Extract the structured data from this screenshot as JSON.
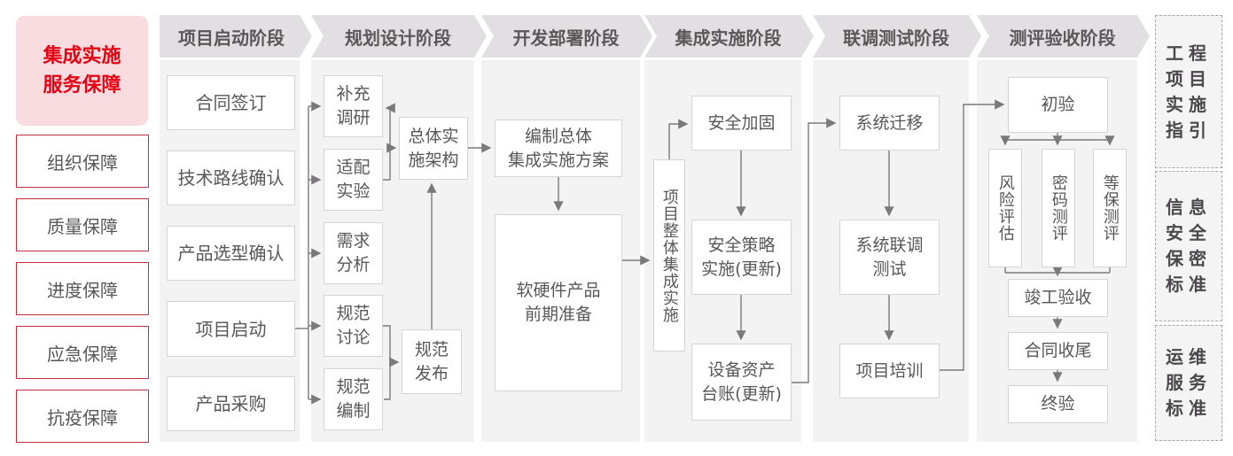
{
  "colors": {
    "accent_red": "#e60012",
    "sidebar_border_red": "#c22f40",
    "pink_bg": "#f9dce0",
    "chevron_bg": "#e1dfe1",
    "panel_bg": "#f4f3f4",
    "node_border": "#d6d4d6",
    "text_gray": "#595757",
    "connector_gray": "#7b797b"
  },
  "sidebar": {
    "title": "集成实施\n服务保障",
    "items": [
      "组织保障",
      "质量保障",
      "进度保障",
      "应急保障",
      "抗疫保障"
    ]
  },
  "phases": [
    "项目启动阶段",
    "规划设计阶段",
    "开发部署阶段",
    "集成实施阶段",
    "联调测试阶段",
    "测评验收阶段"
  ],
  "nodes": {
    "contract_signing": "合同签订",
    "tech_route_confirm": "技术路线确认",
    "product_selection_confirm": "产品选型确认",
    "project_kickoff": "项目启动",
    "product_procurement": "产品采购",
    "supplementary_research": "补充\n调研",
    "adaptation_experiment": "适配\n实验",
    "requirement_analysis": "需求\n分析",
    "spec_discussion": "规范\n讨论",
    "spec_compilation": "规范\n编制",
    "overall_impl_architecture": "总体实\n施架构",
    "spec_release": "规范\n发布",
    "compile_overall_plan": "编制总体\n集成实施方案",
    "hw_sw_preparation": "软硬件产品\n前期准备",
    "overall_integration_impl": "项目整体集成实施",
    "security_hardening": "安全加固",
    "security_policy_impl": "安全策略\n实施(更新)",
    "asset_ledger": "设备资产\n台账(更新)",
    "system_migration": "系统迁移",
    "joint_debug_test": "系统联调\n测试",
    "project_training": "项目培训",
    "initial_acceptance": "初验",
    "risk_assessment": "风险评估",
    "crypto_testing": "密码测评",
    "classified_protection_testing": "等保测评",
    "completion_acceptance": "竣工验收",
    "contract_closure": "合同收尾",
    "final_acceptance": "终验"
  },
  "standards": [
    "工程项目实施指引",
    "信息安全保密标准",
    "运维服务标准"
  ],
  "edges": [
    [
      "project_kickoff",
      "supplementary_research"
    ],
    [
      "project_kickoff",
      "adaptation_experiment"
    ],
    [
      "project_kickoff",
      "requirement_analysis"
    ],
    [
      "project_kickoff",
      "spec_discussion"
    ],
    [
      "project_kickoff",
      "spec_compilation"
    ],
    [
      "adaptation_experiment",
      "supplementary_research"
    ],
    [
      "adaptation_experiment",
      "overall_impl_architecture"
    ],
    [
      "spec_discussion",
      "spec_release"
    ],
    [
      "spec_compilation",
      "spec_release"
    ],
    [
      "spec_release",
      "overall_impl_architecture"
    ],
    [
      "overall_impl_architecture",
      "compile_overall_plan"
    ],
    [
      "compile_overall_plan",
      "hw_sw_preparation"
    ],
    [
      "hw_sw_preparation",
      "overall_integration_impl"
    ],
    [
      "overall_integration_impl",
      "security_hardening"
    ],
    [
      "security_hardening",
      "security_policy_impl"
    ],
    [
      "security_policy_impl",
      "asset_ledger"
    ],
    [
      "asset_ledger",
      "system_migration"
    ],
    [
      "system_migration",
      "joint_debug_test"
    ],
    [
      "joint_debug_test",
      "project_training"
    ],
    [
      "project_training",
      "initial_acceptance"
    ],
    [
      "initial_acceptance",
      "risk_assessment"
    ],
    [
      "initial_acceptance",
      "crypto_testing"
    ],
    [
      "initial_acceptance",
      "classified_protection_testing"
    ],
    [
      "risk_assessment",
      "completion_acceptance"
    ],
    [
      "crypto_testing",
      "completion_acceptance"
    ],
    [
      "classified_protection_testing",
      "completion_acceptance"
    ],
    [
      "completion_acceptance",
      "contract_closure"
    ],
    [
      "contract_closure",
      "final_acceptance"
    ]
  ]
}
